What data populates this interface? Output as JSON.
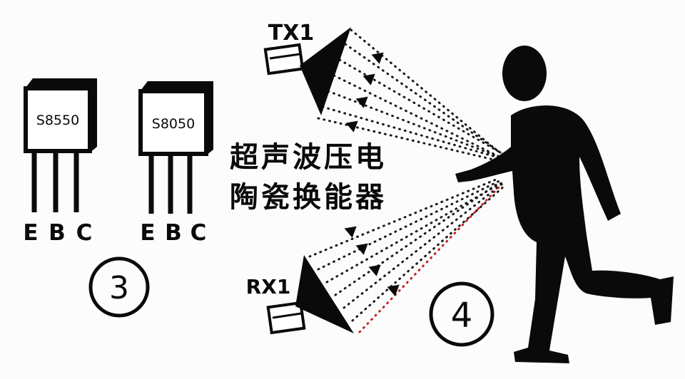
{
  "transistors": [
    {
      "part": "S8550",
      "pins": [
        "E",
        "B",
        "C"
      ]
    },
    {
      "part": "S8050",
      "pins": [
        "E",
        "B",
        "C"
      ]
    }
  ],
  "transmitter_label": "TX1",
  "receiver_label": "RX1",
  "caption": {
    "line1": "超声波压电",
    "line2": "陶瓷换能器"
  },
  "markers": {
    "left": "3",
    "right": "4"
  },
  "colors": {
    "ink": "#0a0a0a",
    "beam": "#1a1a1a",
    "accent": "#c02020",
    "paper": "#fcfcfc"
  }
}
